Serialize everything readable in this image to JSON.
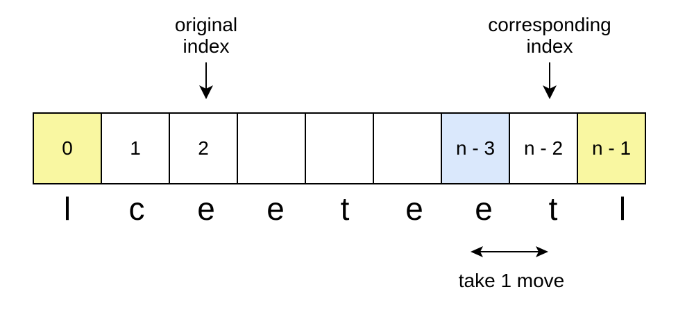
{
  "diagram": {
    "background": "#ffffff",
    "colors": {
      "yellow": "#f9f7a1",
      "blue": "#dae8fc",
      "white": "#ffffff",
      "border": "#000000"
    },
    "annotations": {
      "original_index": {
        "line1": "original",
        "line2": "index"
      },
      "corresponding_index": {
        "line1": "corresponding",
        "line2": "index"
      },
      "take_move_label": "take 1 move"
    },
    "array": {
      "string": "lceeteetl",
      "cells": [
        {
          "index_label": "0",
          "letter": "l",
          "fill": "yellow"
        },
        {
          "index_label": "1",
          "letter": "c",
          "fill": "white"
        },
        {
          "index_label": "2",
          "letter": "e",
          "fill": "white"
        },
        {
          "index_label": "",
          "letter": "e",
          "fill": "white"
        },
        {
          "index_label": "",
          "letter": "t",
          "fill": "white"
        },
        {
          "index_label": "",
          "letter": "e",
          "fill": "white"
        },
        {
          "index_label": "n - 3",
          "letter": "e",
          "fill": "blue"
        },
        {
          "index_label": "n - 2",
          "letter": "t",
          "fill": "white"
        },
        {
          "index_label": "n - 1",
          "letter": "l",
          "fill": "yellow"
        }
      ]
    }
  }
}
